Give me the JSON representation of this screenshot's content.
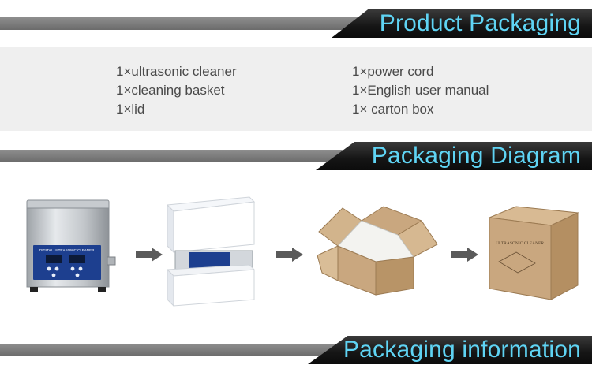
{
  "banners": {
    "product_packaging": "Product Packaging",
    "packaging_diagram": "Packaging Diagram",
    "packaging_information": "Packaging information"
  },
  "package_contents": {
    "left": [
      "1×ultrasonic cleaner",
      "1×cleaning basket",
      "1×lid"
    ],
    "right": [
      "1×power cord",
      "1×English user manual",
      "1× carton box"
    ]
  },
  "cleaner_panel_text": "DIGITAL ULTRASONIC CLEANER",
  "box_label": "ULTRASONIC CLEANER",
  "colors": {
    "banner_title": "#5fd4f4",
    "banner_dark": "#151515",
    "banner_grey": "#7c7c7c",
    "panel_background": "#efefef",
    "cleaner_panel": "#1d3f8f",
    "carton": "#c9a77f",
    "arrow": "#5a5a5a"
  },
  "icons": [
    "right-arrow-icon",
    "right-arrow-icon",
    "right-arrow-icon"
  ]
}
